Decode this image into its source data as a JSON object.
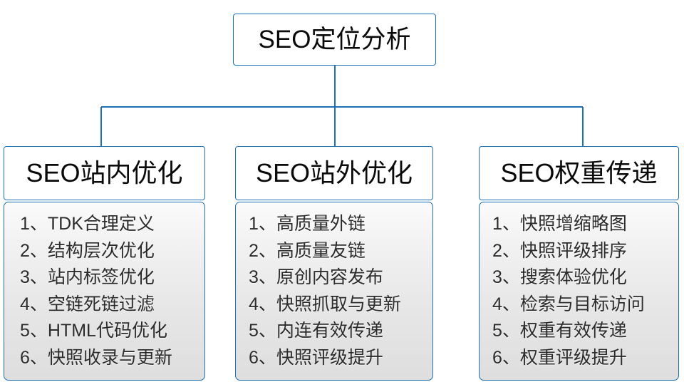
{
  "diagram": {
    "type": "organization-tree",
    "accent_color": "#1c70b8",
    "root": {
      "label": "SEO定位分析"
    },
    "branches": [
      {
        "id": "seo-onsite",
        "header": "SEO站内优化",
        "items": [
          "1、TDK合理定义",
          "2、结构层次优化",
          "3、站内标签优化",
          "4、空链死链过滤",
          "5、HTML代码优化",
          "6、快照收录与更新"
        ]
      },
      {
        "id": "seo-offsite",
        "header": "SEO站外优化",
        "items": [
          "1、高质量外链",
          "2、高质量友链",
          "3、原创内容发布",
          "4、快照抓取与更新",
          "5、内连有效传递",
          "6、快照评级提升"
        ]
      },
      {
        "id": "seo-weight",
        "header": "SEO权重传递",
        "items": [
          "1、快照增缩略图",
          "2、快照评级排序",
          "3、搜索体验优化",
          "4、检索与目标访问",
          "5、权重有效传递",
          "6、权重评级提升"
        ]
      }
    ]
  }
}
